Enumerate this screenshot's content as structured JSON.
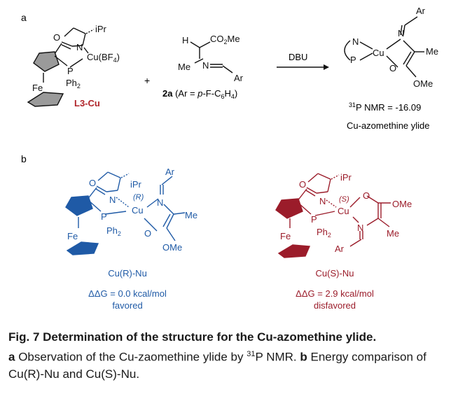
{
  "panel_a": {
    "label": "a",
    "ligand_name": "L3-Cu",
    "ligand_name_color": "#b0252a",
    "ligand_atoms": {
      "ipr": "iPr",
      "n": "N",
      "cu": "Cu(BF",
      "bf_sub": "4",
      "cu_close": ")",
      "p": "P",
      "ph2": "Ph",
      "ph2_sub": "2",
      "fe": "Fe",
      "o": "O"
    },
    "plus": "+",
    "substrate_atoms": {
      "h": "H",
      "co2me": "CO",
      "co2me_sub": "2",
      "co2me_end": "Me",
      "me": "Me",
      "n": "N",
      "ar": "Ar"
    },
    "substrate_label_bold": "2a",
    "substrate_label_rest": " (Ar = ",
    "substrate_label_italic": "p",
    "substrate_label_formula": "-F-C",
    "substrate_label_sub1": "6",
    "substrate_label_h": "H",
    "substrate_label_sub2": "4",
    "substrate_label_close": ")",
    "reagent": "DBU",
    "product_atoms": {
      "ar": "Ar",
      "n_top": "N",
      "n_left": "N",
      "p": "P",
      "cu": "Cu",
      "me": "Me",
      "o": "O",
      "ome": "OMe"
    },
    "nmr_super": "31",
    "nmr_text": "P NMR = -16.09",
    "product_name": "Cu-azomethine ylide"
  },
  "panel_b": {
    "label": "b",
    "left": {
      "color": "#1f5aa6",
      "atoms": {
        "ar": "Ar",
        "ipr": "iPr",
        "o_ring": "O",
        "n": "N",
        "r": "(R)",
        "cu": "Cu",
        "n2": "N",
        "p": "P",
        "ph2": "Ph",
        "ph2_sub": "2",
        "fe": "Fe",
        "o": "O",
        "me": "Me",
        "ome": "OMe"
      },
      "name": "Cu(R)-Nu",
      "energy": "ΔΔG = 0.0 kcal/mol",
      "verdict": "favored"
    },
    "right": {
      "color": "#9b1c2a",
      "atoms": {
        "ipr": "iPr",
        "o_ring": "O",
        "n": "N",
        "s": "(S)",
        "o": "O",
        "ome": "OMe",
        "cu": "Cu",
        "p": "P",
        "ph2": "Ph",
        "ph2_sub": "2",
        "n2": "N",
        "me": "Me",
        "fe": "Fe",
        "ar": "Ar"
      },
      "name": "Cu(S)-Nu",
      "energy": "ΔΔG = 2.9 kcal/mol",
      "verdict": "disfavored"
    }
  },
  "caption": {
    "title": "Fig. 7 Determination of the structure for the Cu-azomethine ylide.",
    "a_label": "a",
    "a_text_1": " Observation of the Cu-zaomethine ylide by ",
    "a_super": "31",
    "a_text_2": "P NMR. ",
    "b_label": "b",
    "b_text": " Energy comparison of Cu(R)-Nu and Cu(S)-Nu."
  }
}
